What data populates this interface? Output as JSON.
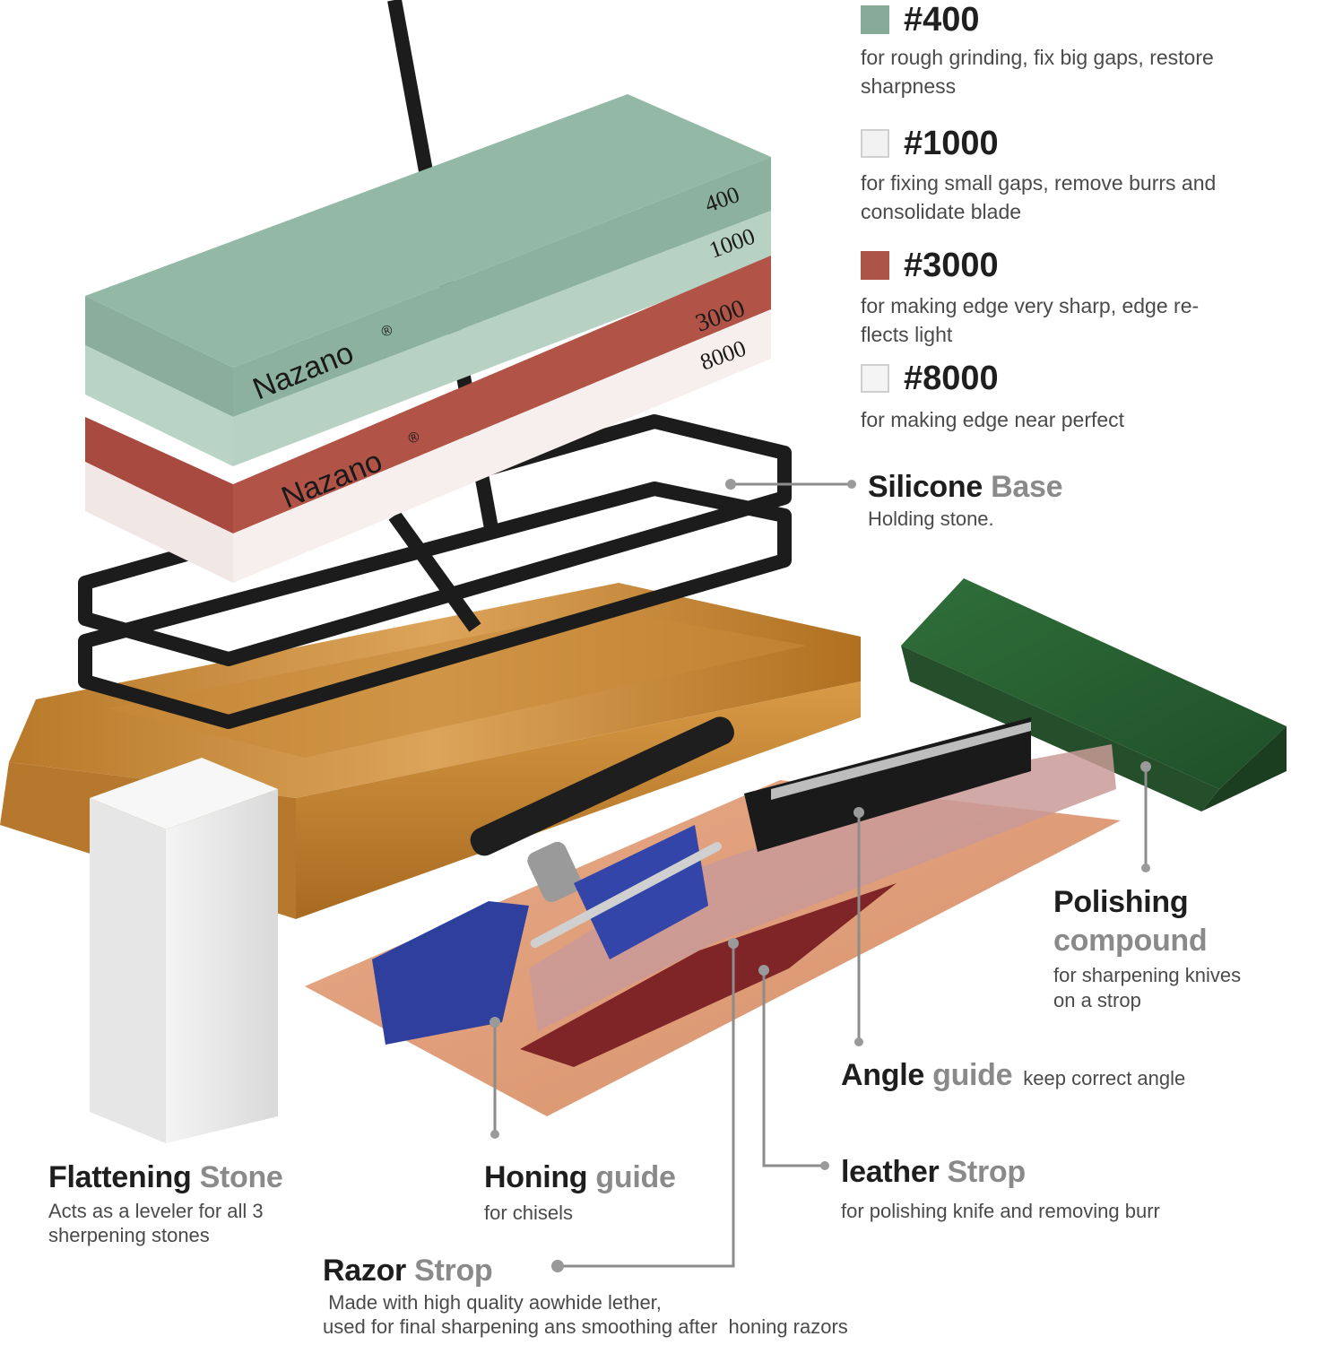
{
  "colors": {
    "grit_400": "#86ab98",
    "grit_1000": "#f2f2f2",
    "grit_3000": "#ad5448",
    "grit_8000": "#f4f4f4",
    "accent_gray": "#8a8a8a"
  },
  "stones": {
    "brand": "Nazano",
    "brand_mark": "®",
    "top_labels": [
      "400",
      "1000"
    ],
    "bottom_labels": [
      "3000",
      "8000"
    ]
  },
  "grits": [
    {
      "title": "#400",
      "desc_line1": "for rough grinding, fix big gaps, restore",
      "desc_line2": "sharpness"
    },
    {
      "title": "#1000",
      "desc_line1": "for fixing small gaps, remove burrs and",
      "desc_line2": "consolidate blade"
    },
    {
      "title": "#3000",
      "desc_line1": "for making edge very sharp, edge re-",
      "desc_line2": "flects light"
    },
    {
      "title": "#8000",
      "desc_line1": "for making edge near perfect",
      "desc_line2": ""
    }
  ],
  "components": {
    "silicone_base": {
      "title_dark": "Silicone",
      "title_light": " Base",
      "desc": "Holding stone."
    },
    "polishing_compound": {
      "title_dark": "Polishing",
      "title_light": "compound",
      "desc_line1": "for sharpening knives",
      "desc_line2": "on a strop"
    },
    "angle_guide": {
      "title_dark": "Angle",
      "title_light": " guide",
      "desc": "keep correct angle"
    },
    "leather_strop": {
      "title_dark": "leather",
      "title_light": " Strop",
      "desc": "for polishing knife and removing burr"
    },
    "flattening_stone": {
      "title_dark": "Flattening",
      "title_light": " Stone",
      "desc_line1": "Acts as a leveler for all 3",
      "desc_line2": "sherpening stones"
    },
    "honing_guide": {
      "title_dark": "Honing",
      "title_light": " guide",
      "desc": "for chisels"
    },
    "razor_strop": {
      "title_dark": "Razor",
      "title_light": " Strop",
      "desc_line1": " Made with high quality aowhide lether,",
      "desc_line2": "used for final sharpening ans smoothing after  honing razors"
    }
  }
}
